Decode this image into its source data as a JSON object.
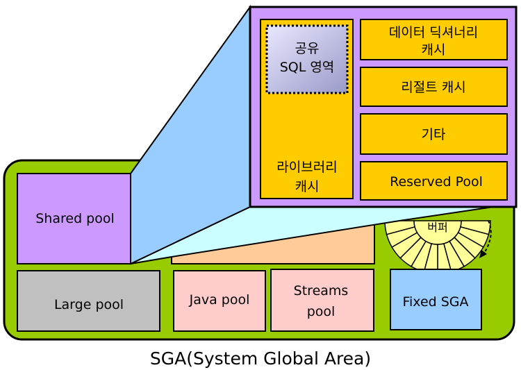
{
  "diagram": {
    "caption": "SGA(System Global Area)",
    "shared_pool": "Shared pool",
    "large_pool": "Large pool",
    "java_pool": "Java pool",
    "streams_pool": [
      "Streams",
      "pool"
    ],
    "fixed_sga": "Fixed SGA",
    "buffer": "버퍼",
    "library_cache": [
      "라이브러리",
      "캐시"
    ],
    "shared_sql_area": [
      "공유",
      "SQL 영역"
    ],
    "dictionary_cache": [
      "데이터 딕셔너리",
      "캐시"
    ],
    "result_cache": "리절트 캐시",
    "other": "기타",
    "reserved_pool": "Reserved Pool"
  },
  "colors": {
    "sga_green": "#99cc00",
    "purple": "#cc99ff",
    "projection_blue": "#99ccff",
    "projection_cyan": "#ccffff",
    "peach": "#ffcc99",
    "gray": "#c0c0c0",
    "pink": "#ffcccc",
    "fixed_blue": "#99ccff",
    "gold": "#ffcc00",
    "buffer_yellow": "#ffff99",
    "shared_sql_fill": "#b8b8e0"
  }
}
